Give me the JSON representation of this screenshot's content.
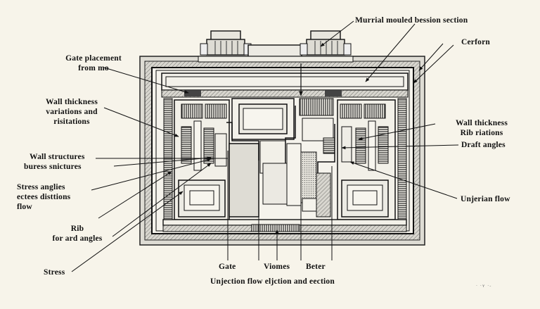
{
  "labels": {
    "murrial_section": "Murrial mouled bession section",
    "cerforn": "Cerforn",
    "gate_placement": "Gate placement\nfrom mo",
    "wall_thickness_variations": "Wall thickness\nvariations and\nrisitations",
    "wall_thickness_ribriations": "Wall thickness\nRib riations",
    "draft_angles": "Draft angles",
    "wall_structures": "Wall structures",
    "buress_snictures": "buress snictures",
    "stress_angles": "Stress anglies\necteеs disttions\nflow",
    "unjerian_flow": "Unjerian flow",
    "rib_ard_angles": "Rib\nfor ard angles",
    "stress": "Stress",
    "gate": "Gate",
    "viomes": "Viomes",
    "beter": "Beter",
    "bottom_caption": "Unjection flow eljction and eection",
    "page_marks": "· ·ʏ ·-"
  }
}
